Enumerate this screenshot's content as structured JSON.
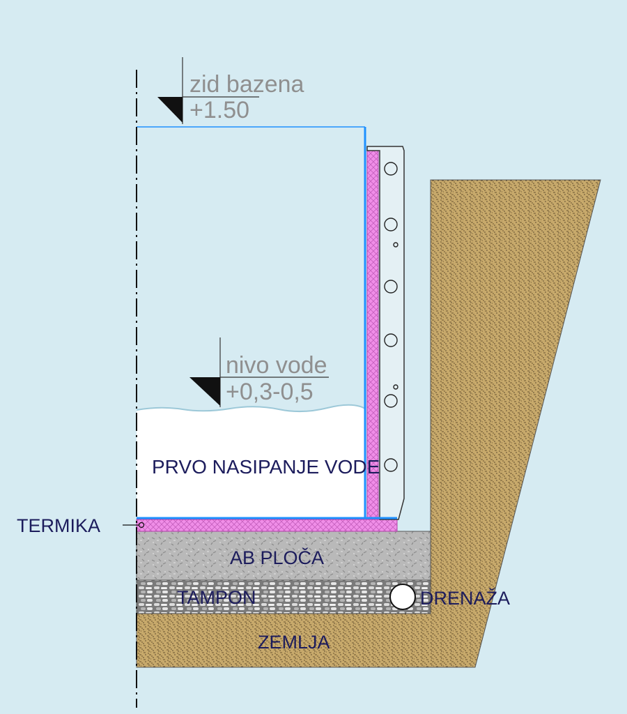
{
  "colors": {
    "background": "#d6ebf2",
    "earth": "#c7a96b",
    "slab": "#b7b7b7",
    "gravel": "#8a8a8a",
    "insulation": "#ee8ee6",
    "pool_edge": "#1e90ff",
    "water": "#ffffff",
    "label_text": "#1c1c5c",
    "level_text": "#8f8f8f"
  },
  "levels": {
    "pool_wall": {
      "name": "zid bazena",
      "value": "+1.50"
    },
    "water_level": {
      "name": "nivo vode",
      "value": "+0,3-0,5"
    }
  },
  "labels": {
    "water_fill": "PRVO NASIPANJE VODE",
    "thermal": "TERMIKA",
    "slab": "AB PLOČA",
    "gravel": "TAMPON",
    "drainage": "DRENAŽA",
    "earth": "ZEMLJA"
  },
  "icons": [
    "level-marker-icon",
    "drain-pipe-icon",
    "centerline-icon"
  ]
}
